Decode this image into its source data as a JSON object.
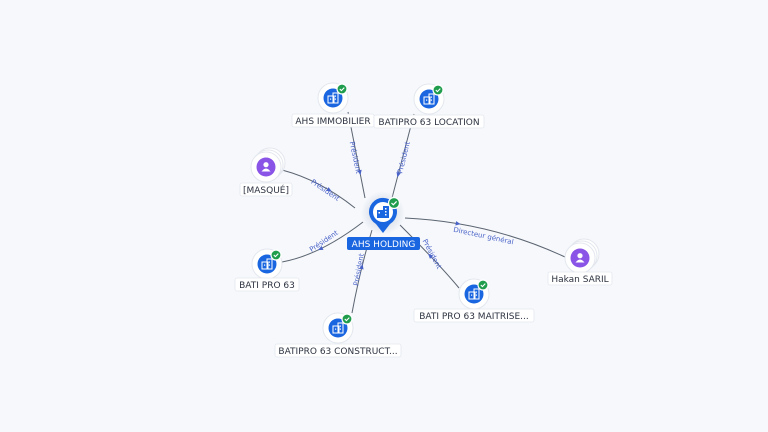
{
  "colors": {
    "company": "#1a66e0",
    "person": "#8a55e6",
    "verified": "#1f9d4d",
    "edge": "#5b6470",
    "edge_label": "#4a63c8"
  },
  "center": {
    "label": "AHS HOLDING",
    "icon": "building-icon",
    "verified": true
  },
  "nodes": [
    {
      "id": "ahs-immobilier",
      "label": "AHS IMMOBILIER",
      "kind": "company",
      "verified": true,
      "edge_label": "Président",
      "direction": "out"
    },
    {
      "id": "batipro-63-location",
      "label": "BATIPRO 63 LOCATION",
      "kind": "company",
      "verified": true,
      "edge_label": "Président",
      "direction": "out"
    },
    {
      "id": "masque",
      "label": "[MASQUÉ]",
      "kind": "person",
      "verified": false,
      "edge_label": "Président",
      "direction": "in"
    },
    {
      "id": "hakan-saril",
      "label": "Hakan SARIL",
      "kind": "person",
      "verified": false,
      "edge_label": "Directeur général",
      "direction": "in"
    },
    {
      "id": "bati-pro-63",
      "label": "BATI PRO 63",
      "kind": "company",
      "verified": true,
      "edge_label": "Président",
      "direction": "out"
    },
    {
      "id": "batipro-63-maitrise",
      "label": "BATI PRO 63 MAITRISE...",
      "kind": "company",
      "verified": true,
      "edge_label": "Président",
      "direction": "out"
    },
    {
      "id": "batipro-63-construct",
      "label": "BATIPRO 63 CONSTRUCT...",
      "kind": "company",
      "verified": true,
      "edge_label": "Président",
      "direction": "out"
    }
  ]
}
